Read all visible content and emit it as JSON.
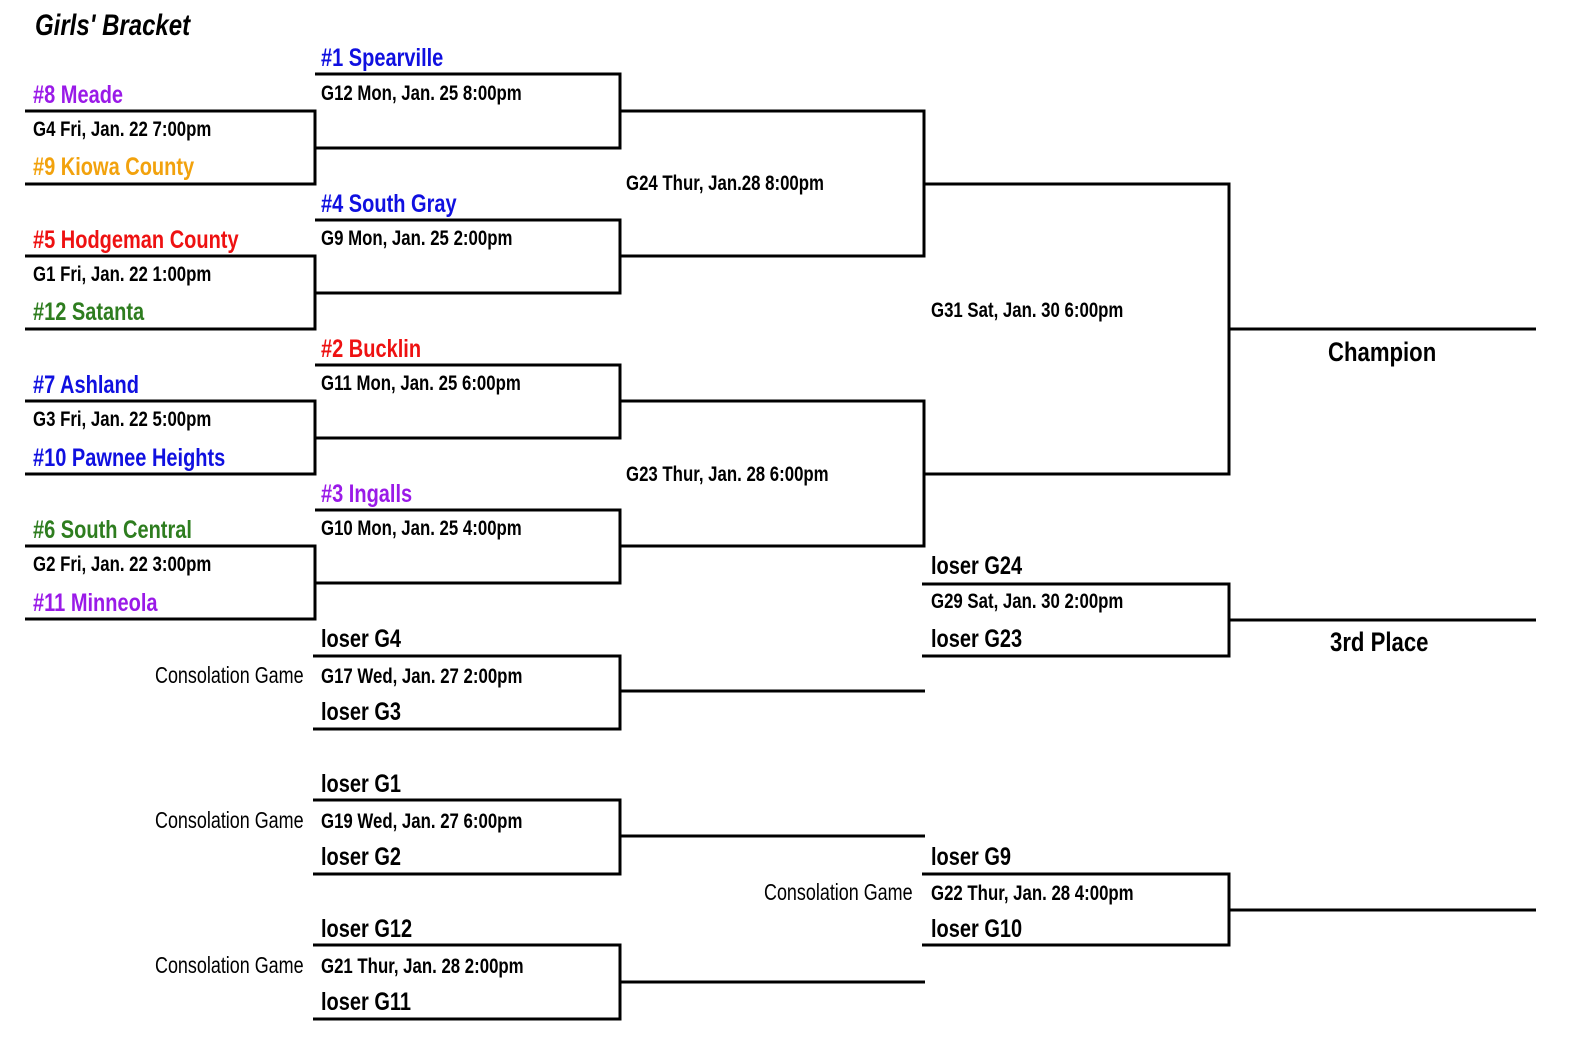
{
  "title": "Girls' Bracket",
  "colors": {
    "blue": "#1010e0",
    "purple": "#9a1ae8",
    "orange": "#f2a20d",
    "red": "#ee1111",
    "green": "#2e7d1f",
    "black": "#000000"
  },
  "round1": {
    "meade": "#8 Meade",
    "g4": "G4 Fri, Jan. 22 7:00pm",
    "kiowa": "#9 Kiowa County",
    "hodgeman": "#5 Hodgeman County",
    "g1": "G1 Fri, Jan. 22 1:00pm",
    "satanta": "#12 Satanta",
    "ashland": "#7 Ashland",
    "g3": "G3 Fri, Jan. 22 5:00pm",
    "pawnee": "#10 Pawnee Heights",
    "southcentral": "#6 South Central",
    "g2": "G2 Fri, Jan. 22 3:00pm",
    "minneola": "#11 Minneola"
  },
  "round2": {
    "spearville": "#1 Spearville",
    "g12": "G12 Mon, Jan. 25 8:00pm",
    "southgray": "#4 South Gray",
    "g9": "G9 Mon, Jan. 25 2:00pm",
    "bucklin": "#2 Bucklin",
    "g11": "G11 Mon, Jan. 25 6:00pm",
    "ingalls": "#3 Ingalls",
    "g10": "G10 Mon, Jan. 25 4:00pm"
  },
  "semis": {
    "g24": "G24 Thur, Jan.28 8:00pm",
    "g23": "G23 Thur, Jan. 28 6:00pm"
  },
  "final": {
    "g31": "G31 Sat, Jan. 30 6:00pm",
    "champion": "Champion"
  },
  "third": {
    "loser_g24": "loser G24",
    "g29": "G29 Sat, Jan. 30 2:00pm",
    "loser_g23": "loser G23",
    "label": "3rd Place"
  },
  "consolation": {
    "label": "Consolation Game",
    "g17_top": "loser G4",
    "g17": "G17 Wed, Jan. 27 2:00pm",
    "g17_bottom": "loser G3",
    "g19_top": "loser G1",
    "g19": "G19 Wed, Jan. 27 6:00pm",
    "g19_bottom": "loser G2",
    "g21_top": "loser G12",
    "g21": "G21 Thur, Jan. 28 2:00pm",
    "g21_bottom": "loser G11",
    "g22_top": "loser G9",
    "g22": "G22 Thur, Jan. 28 4:00pm",
    "g22_bottom": "loser G10"
  }
}
